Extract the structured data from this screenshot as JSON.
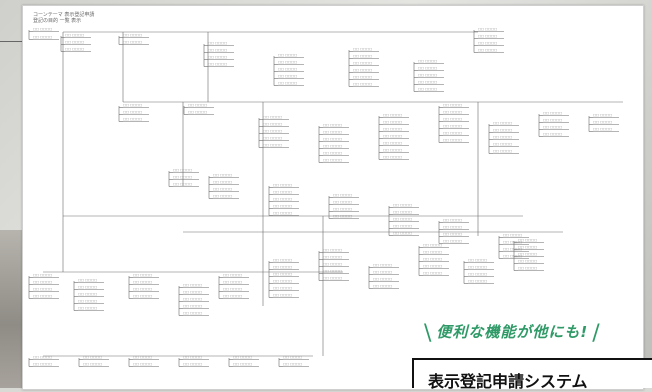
{
  "document": {
    "header_line1": "コーンテーマ 表示登記申請",
    "header_line2": "登記の目的 一覧 表示",
    "flowchart_node_label": "□□ □□□□"
  },
  "promo": {
    "tagline": "便利な機能が他にも!",
    "left_mark": "\\",
    "right_mark": "/"
  },
  "system_box": {
    "title": "表示登記申請システム"
  },
  "colors": {
    "tagline": "#2f9a67",
    "diagram_line": "#6a6a6a",
    "node_text": "#7a7a7a"
  }
}
